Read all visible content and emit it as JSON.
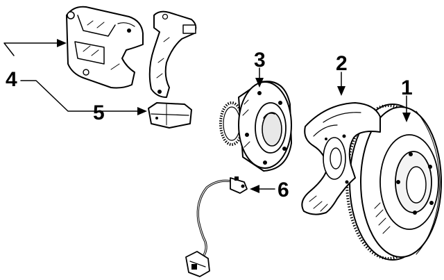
{
  "diagram": {
    "callouts": [
      {
        "id": "1",
        "label": "1"
      },
      {
        "id": "2",
        "label": "2"
      },
      {
        "id": "3",
        "label": "3"
      },
      {
        "id": "4",
        "label": "4"
      },
      {
        "id": "5",
        "label": "5"
      },
      {
        "id": "6",
        "label": "6"
      }
    ],
    "parts": [
      {
        "id": "brake-rotor",
        "callout": "1"
      },
      {
        "id": "splash-shield",
        "callout": "2"
      },
      {
        "id": "hub-assembly",
        "callout": "3"
      },
      {
        "id": "brake-caliper",
        "callout": "4"
      },
      {
        "id": "caliper-bracket",
        "callout": "4"
      },
      {
        "id": "brake-pad",
        "callout": "5"
      },
      {
        "id": "abs-wheel-speed-sensor",
        "callout": "6"
      }
    ]
  }
}
